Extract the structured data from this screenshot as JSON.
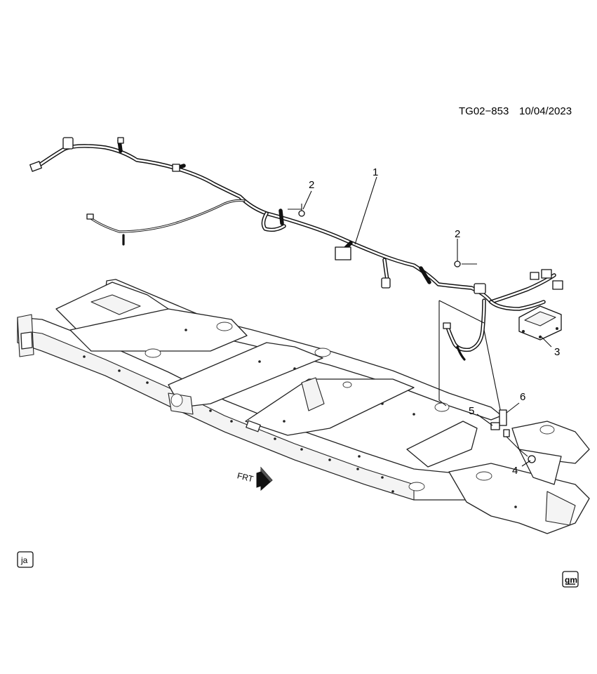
{
  "header": {
    "illustration_id": "TG02−853",
    "date": "10/04/2023"
  },
  "callouts": [
    "1",
    "2",
    "2",
    "3",
    "4",
    "5",
    "6"
  ],
  "front_marker": "FRT",
  "corner_badges": {
    "left": "ja",
    "right": "gm"
  },
  "icons": {
    "front_arrow": "front-direction-arrow-icon",
    "gm_logo": "gm-logo-icon"
  }
}
